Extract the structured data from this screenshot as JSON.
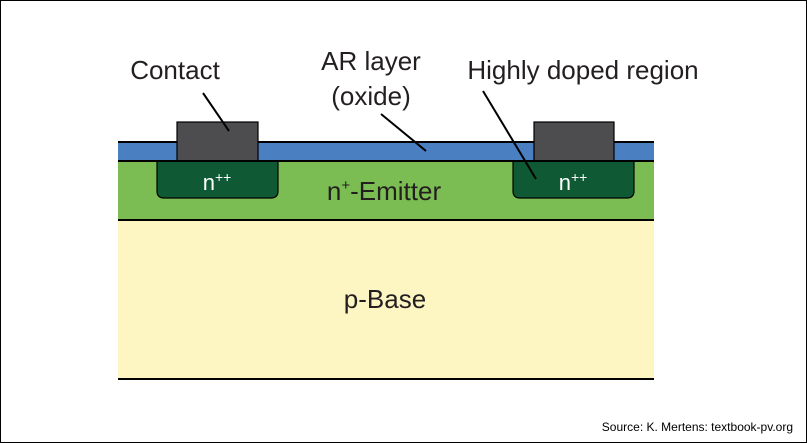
{
  "labels": {
    "contact": "Contact",
    "ar_layer_line1": "AR layer",
    "ar_layer_line2": "(oxide)",
    "highly_doped": "Highly doped region",
    "emitter_base": "n",
    "emitter_sup": "+",
    "emitter_rest": "-Emitter",
    "base": "p-Base",
    "region_n": "n",
    "region_sup": "++"
  },
  "source": "Source: K. Mertens: textbook-pv.org",
  "colors": {
    "ar_layer": "#4a7fc1",
    "emitter": "#7bbd52",
    "doped_region": "#0f5a34",
    "contact": "#4d4d4f",
    "base": "#fdf6c3",
    "line": "#000000",
    "label": "#231f20"
  }
}
